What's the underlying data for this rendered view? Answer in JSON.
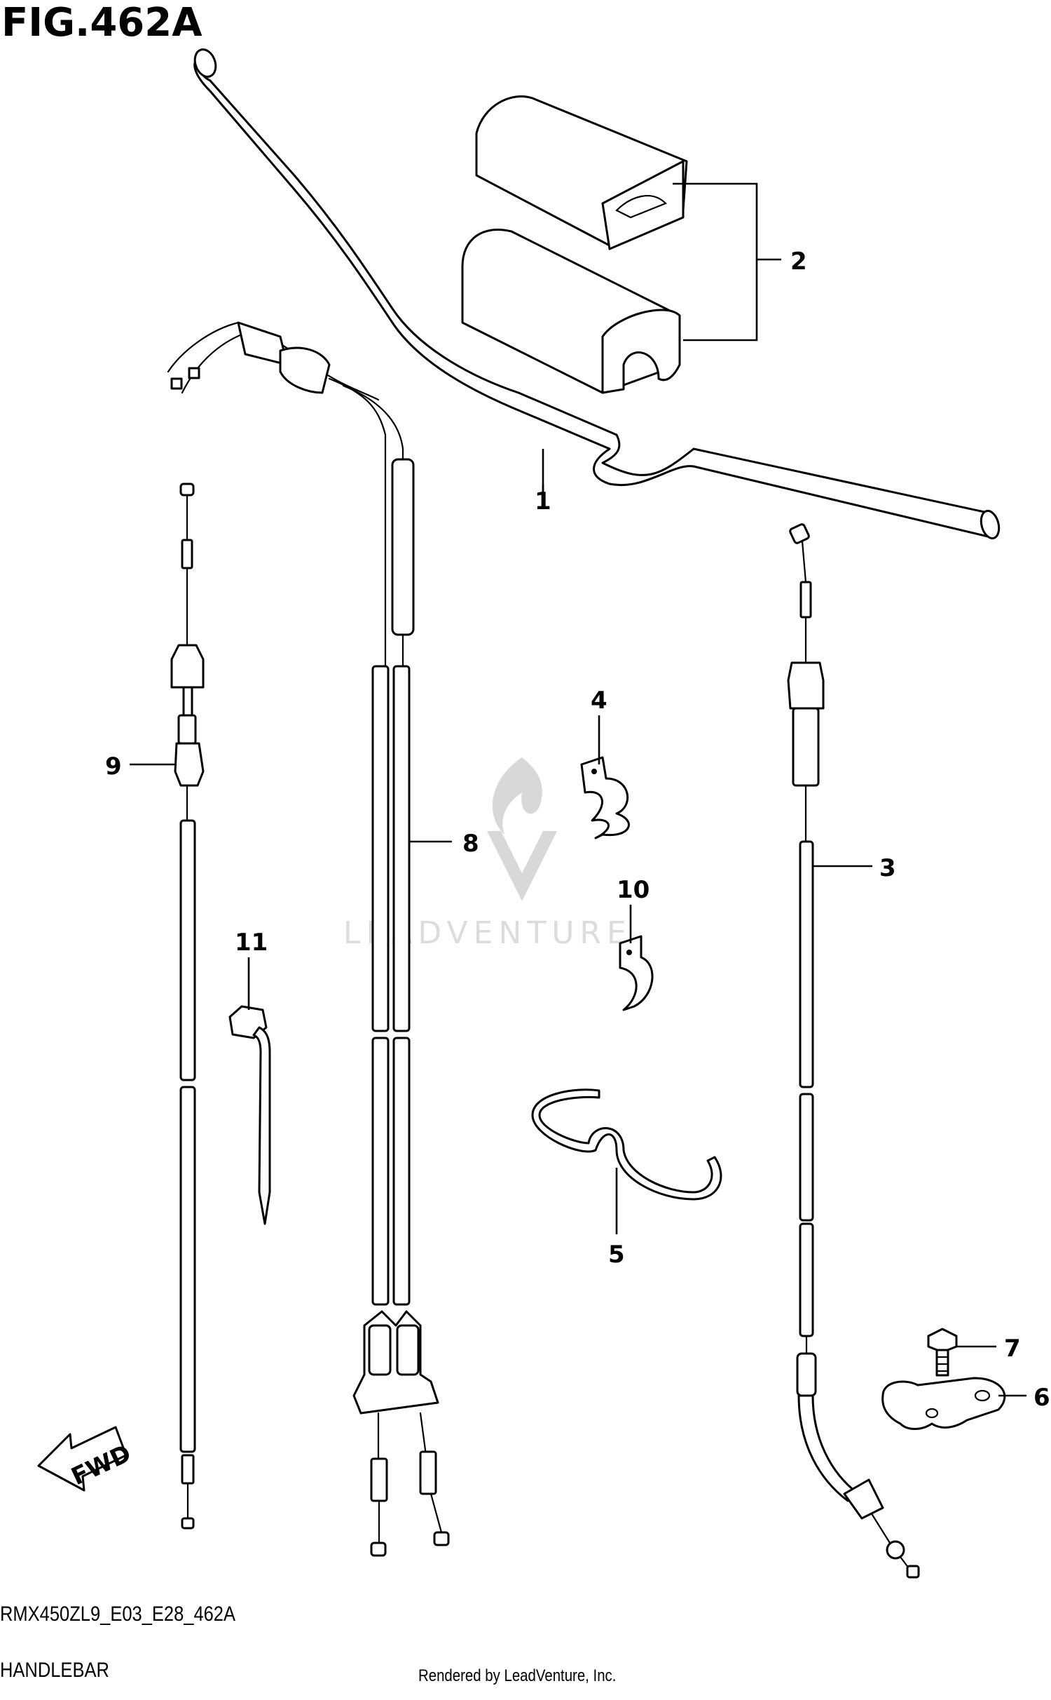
{
  "title": "FIG.462A",
  "model_code": "RMX450ZL9_E03_E28_462A",
  "section_name": "HANDLEBAR",
  "credit": "Rendered by LeadVenture, Inc.",
  "watermark_text": "LEADVENTURE",
  "fwd_label": "FWD",
  "callouts": [
    "1",
    "2",
    "3",
    "4",
    "5",
    "6",
    "7",
    "8",
    "9",
    "10",
    "11"
  ],
  "colors": {
    "line": "#000000",
    "background": "#ffffff",
    "watermark": "#d8d8d8"
  }
}
